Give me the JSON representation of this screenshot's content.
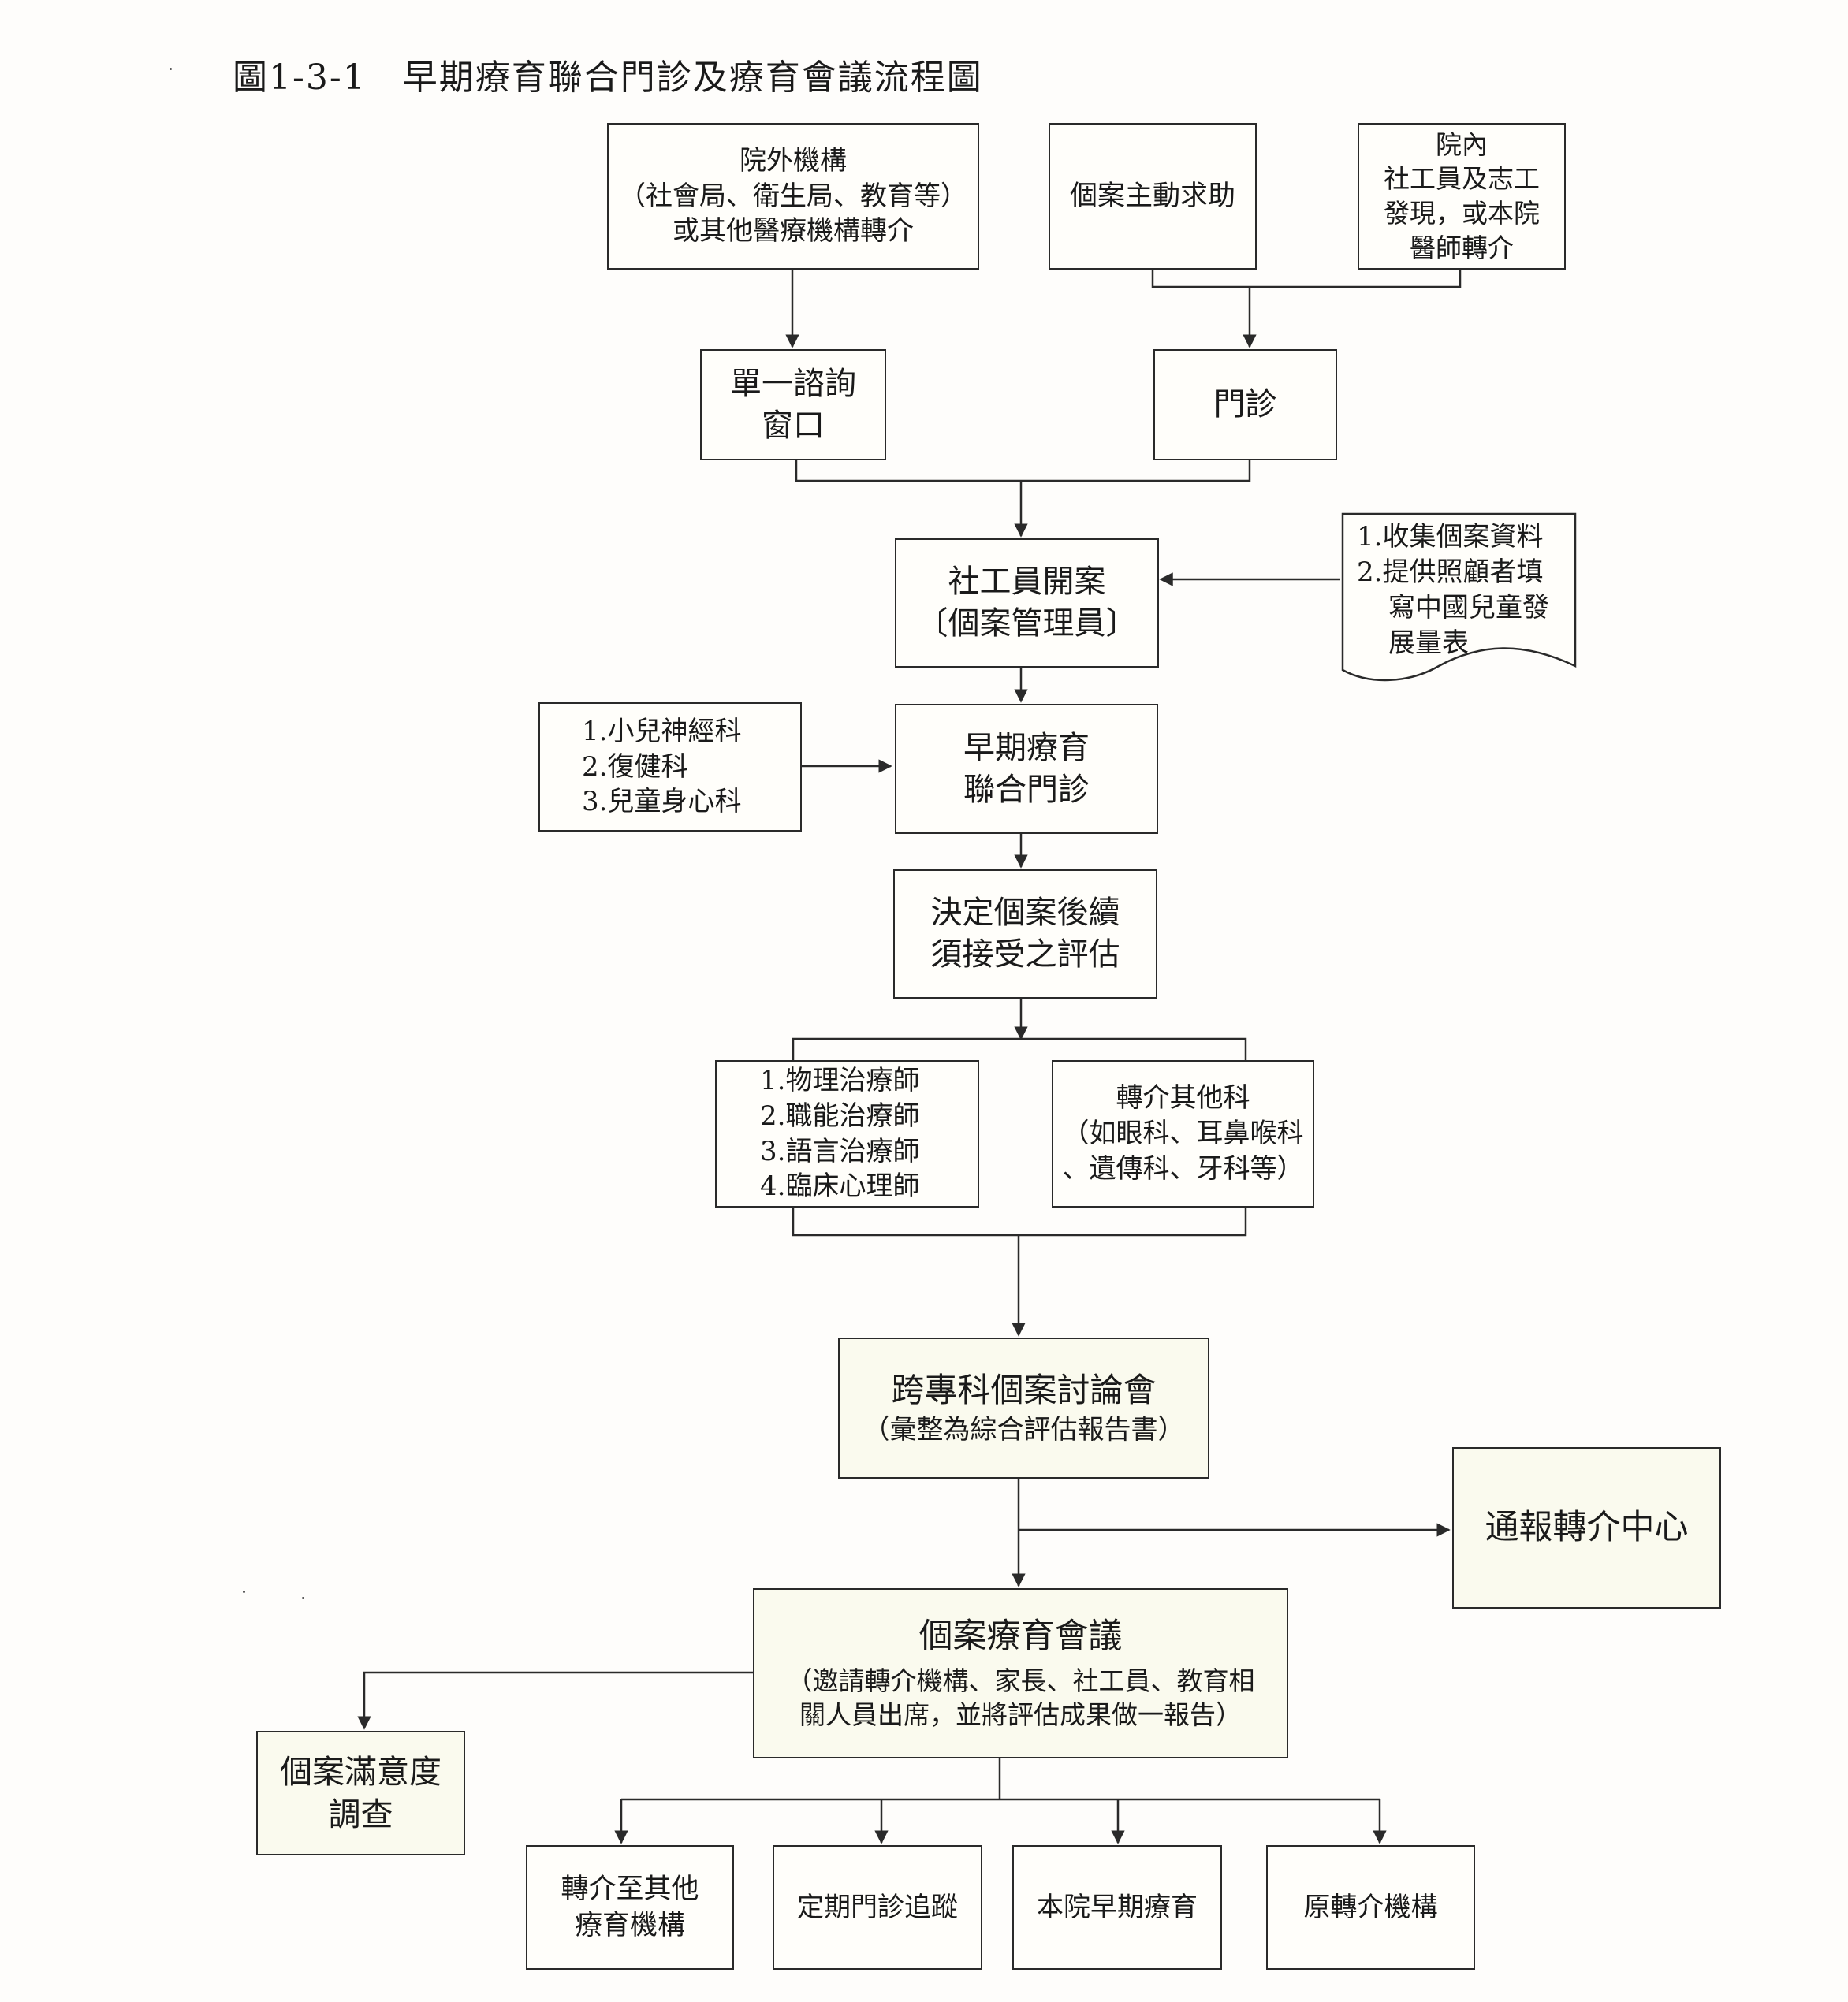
{
  "title": "圖1-3-1　早期療育聯合門診及療育會議流程圖",
  "nodes": {
    "external": {
      "lines": [
        "院外機構",
        "（社會局、衛生局、教育等）",
        "或其他醫療機構轉介"
      ]
    },
    "self_help": {
      "lines": [
        "個案主動求助"
      ]
    },
    "internal": {
      "lines": [
        "院內",
        "社工員及志工",
        "發現，或本院",
        "醫師轉介"
      ]
    },
    "single_window": {
      "lines": [
        "單一諮詢",
        "窗口"
      ]
    },
    "clinic": {
      "lines": [
        "門診"
      ]
    },
    "social_worker": {
      "lines": [
        "社工員開案",
        "〔個案管理員〕"
      ]
    },
    "collect": {
      "lines": [
        "1.收集個案資料",
        "2.提供照顧者填",
        "寫中國兒童發",
        "展量表"
      ]
    },
    "departments": {
      "lines": [
        "1.小兒神經科",
        "2.復健科",
        "3.兒童身心科"
      ]
    },
    "joint_clinic": {
      "lines": [
        "早期療育",
        "聯合門診"
      ]
    },
    "decide": {
      "lines": [
        "決定個案後續",
        "須接受之評估"
      ]
    },
    "therapists": {
      "lines": [
        "1.物理治療師",
        "2.職能治療師",
        "3.語言治療師",
        "4.臨床心理師"
      ]
    },
    "other_depts": {
      "lines": [
        "轉介其他科",
        "（如眼科、耳鼻喉科",
        "、遺傳科、牙科等）"
      ]
    },
    "case_conference": {
      "lines": [
        "跨專科個案討論會",
        "（彙整為綜合評估報告書）"
      ]
    },
    "report_center": {
      "lines": [
        "通報轉介中心"
      ]
    },
    "iep_meeting": {
      "lines": [
        "個案療育會議",
        "（邀請轉介機構、家長、社工員、教育相",
        "關人員出席，並將評估成果做一報告）"
      ]
    },
    "satisfaction": {
      "lines": [
        "個案滿意度",
        "調查"
      ]
    },
    "refer_other": {
      "lines": [
        "轉介至其他",
        "療育機構"
      ]
    },
    "followup": {
      "lines": [
        "定期門診追蹤"
      ]
    },
    "in_house": {
      "lines": [
        "本院早期療育"
      ]
    },
    "original": {
      "lines": [
        "原轉介機構"
      ]
    }
  }
}
